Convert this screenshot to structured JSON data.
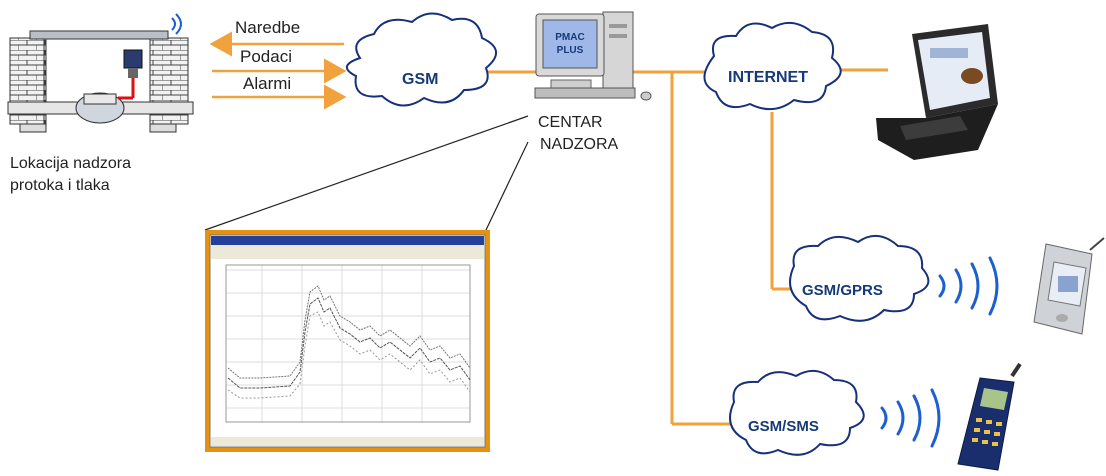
{
  "messages": {
    "commands": "Naredbe",
    "data": "Podaci",
    "alarms": "Alarmi"
  },
  "site": {
    "caption_line1": "Lokacija nadzora",
    "caption_line2": "protoka i tlaka"
  },
  "clouds": {
    "gsm": "GSM",
    "internet": "INTERNET",
    "gprs": "GSM/GPRS",
    "sms": "GSM/SMS"
  },
  "center": {
    "screen_line1": "PMAC",
    "screen_line2": "PLUS",
    "caption_line1": "CENTAR",
    "caption_line2": "NADZORA"
  },
  "colors": {
    "link": "#f2a23c",
    "frame": "#e5920f",
    "cloud_text": "#163a78",
    "wave": "#1b5fd0"
  },
  "icons": [
    "monitoring-site-icon",
    "computer-icon",
    "laptop-icon",
    "pda-icon",
    "mobile-phone-icon"
  ]
}
